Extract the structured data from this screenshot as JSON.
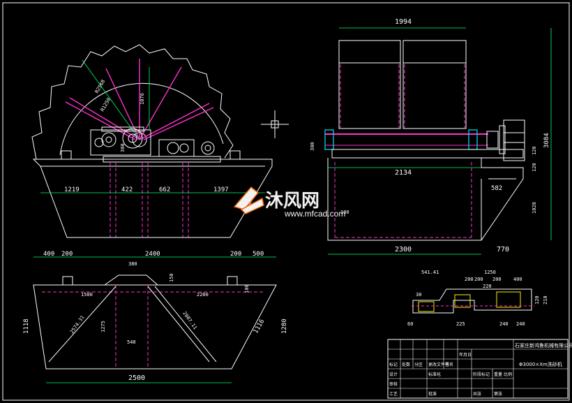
{
  "colors": {
    "background": "#000000",
    "outline": "#ffffff",
    "dimension": "#00ff66",
    "hidden": "#ff33cc",
    "cyan": "#00e5ff",
    "yellow": "#ffee00",
    "orange": "#ff6600"
  },
  "front_view": {
    "dims": {
      "radius_outer": "R2568",
      "radius_inner": "R1250",
      "height_1076": "1076",
      "height_300": "300",
      "w_1219": "1219",
      "w_422": "422",
      "w_662": "662",
      "w_1397": "1397"
    }
  },
  "side_view": {
    "dims": {
      "top_1994": "1994",
      "h_300": "300",
      "h_120": "120",
      "h_3084": "3084",
      "w_2134": "2134",
      "h_120b": "120",
      "w_582": "582",
      "h_1028": "1028",
      "d_100": "100",
      "w_2300": "2300",
      "w_770": "770"
    }
  },
  "tank_plan": {
    "dims": {
      "w_400": "400",
      "w_200a": "200",
      "w_2400": "2400",
      "w_200b": "200",
      "w_500": "500",
      "w_380": "380",
      "w_2500": "2500",
      "inner_1500": "1500",
      "inner_2200": "2200",
      "h_100": "100",
      "h_150": "150",
      "h_1275": "1275",
      "h_1118": "1118",
      "h_1280": "1280",
      "h_1116": "1116",
      "diag_left": "2574.31",
      "diag_right": "2087.11",
      "w_540": "540"
    }
  },
  "detail_view": {
    "dims": {
      "d_541": "541.41",
      "d_1250": "1250",
      "d_200a": "200",
      "d_200b": "200",
      "d_400": "400",
      "d_220": "220",
      "d_60": "60",
      "d_225": "225",
      "d_240a": "240",
      "d_240b": "240",
      "d_30": "30",
      "d_120": "120",
      "d_210": "210",
      "d_200c": "200"
    }
  },
  "title_block": {
    "company": "石家庄新鸿鲁机械有限公司",
    "drawing_name": "Φ3000×Xm洗砂机",
    "labels": [
      "标记",
      "处数",
      "分区",
      "更改文件号",
      "签名",
      "年月日",
      "设计",
      "标准化",
      "阶段标记",
      "重量",
      "比例",
      "审核",
      "工艺",
      "批准",
      "共张",
      "第张"
    ]
  },
  "watermark": {
    "text": "沐风网",
    "url": "www.mfcad.com"
  }
}
